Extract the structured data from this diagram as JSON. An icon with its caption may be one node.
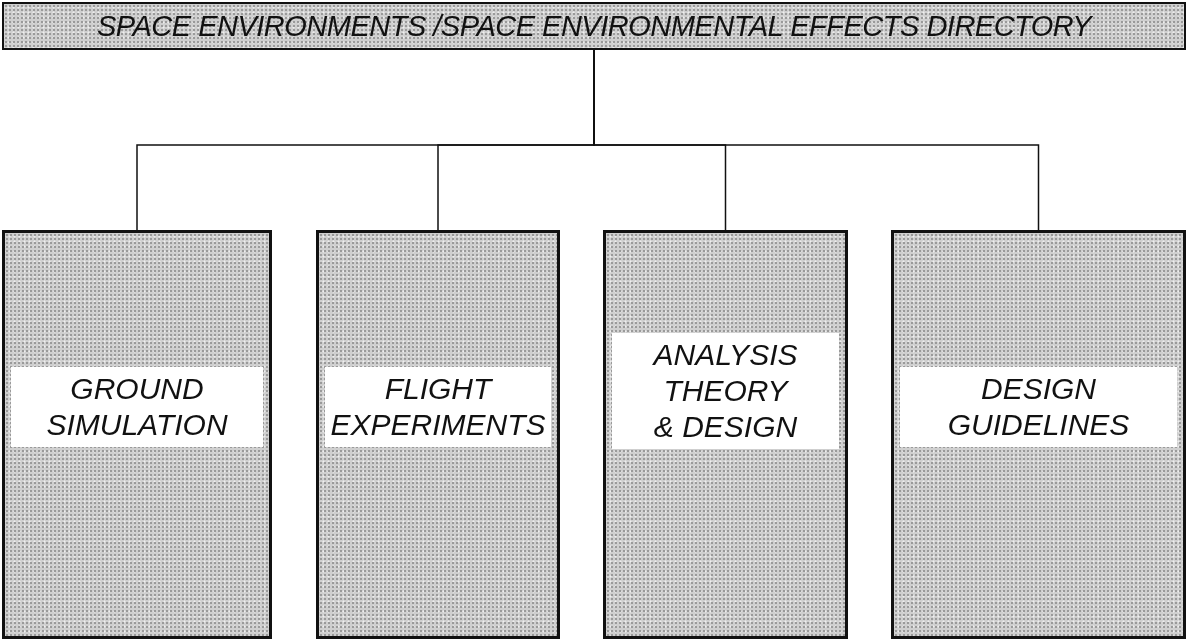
{
  "diagram": {
    "nodes": [
      {
        "text": [
          "SPACE ENVIRONMENTS /SPACE ENVIRONMENTAL EFFECTS DIRECTORY"
        ]
      },
      {
        "text": [
          "GROUND SIMULATION"
        ]
      },
      {
        "text": [
          "FLIGHT EXPERIMENTS"
        ]
      },
      {
        "text": [
          "ANALYSIS THEORY & DESIGN"
        ]
      },
      {
        "text": [
          "DESIGN GUIDELINES"
        ]
      }
    ],
    "edges": [
      {
        "from": 0,
        "to": 1,
        "arrow": "none"
      },
      {
        "from": 0,
        "to": 2,
        "arrow": "none"
      },
      {
        "from": 0,
        "to": 3,
        "arrow": "none"
      },
      {
        "from": 0,
        "to": 4,
        "arrow": "none"
      }
    ]
  }
}
